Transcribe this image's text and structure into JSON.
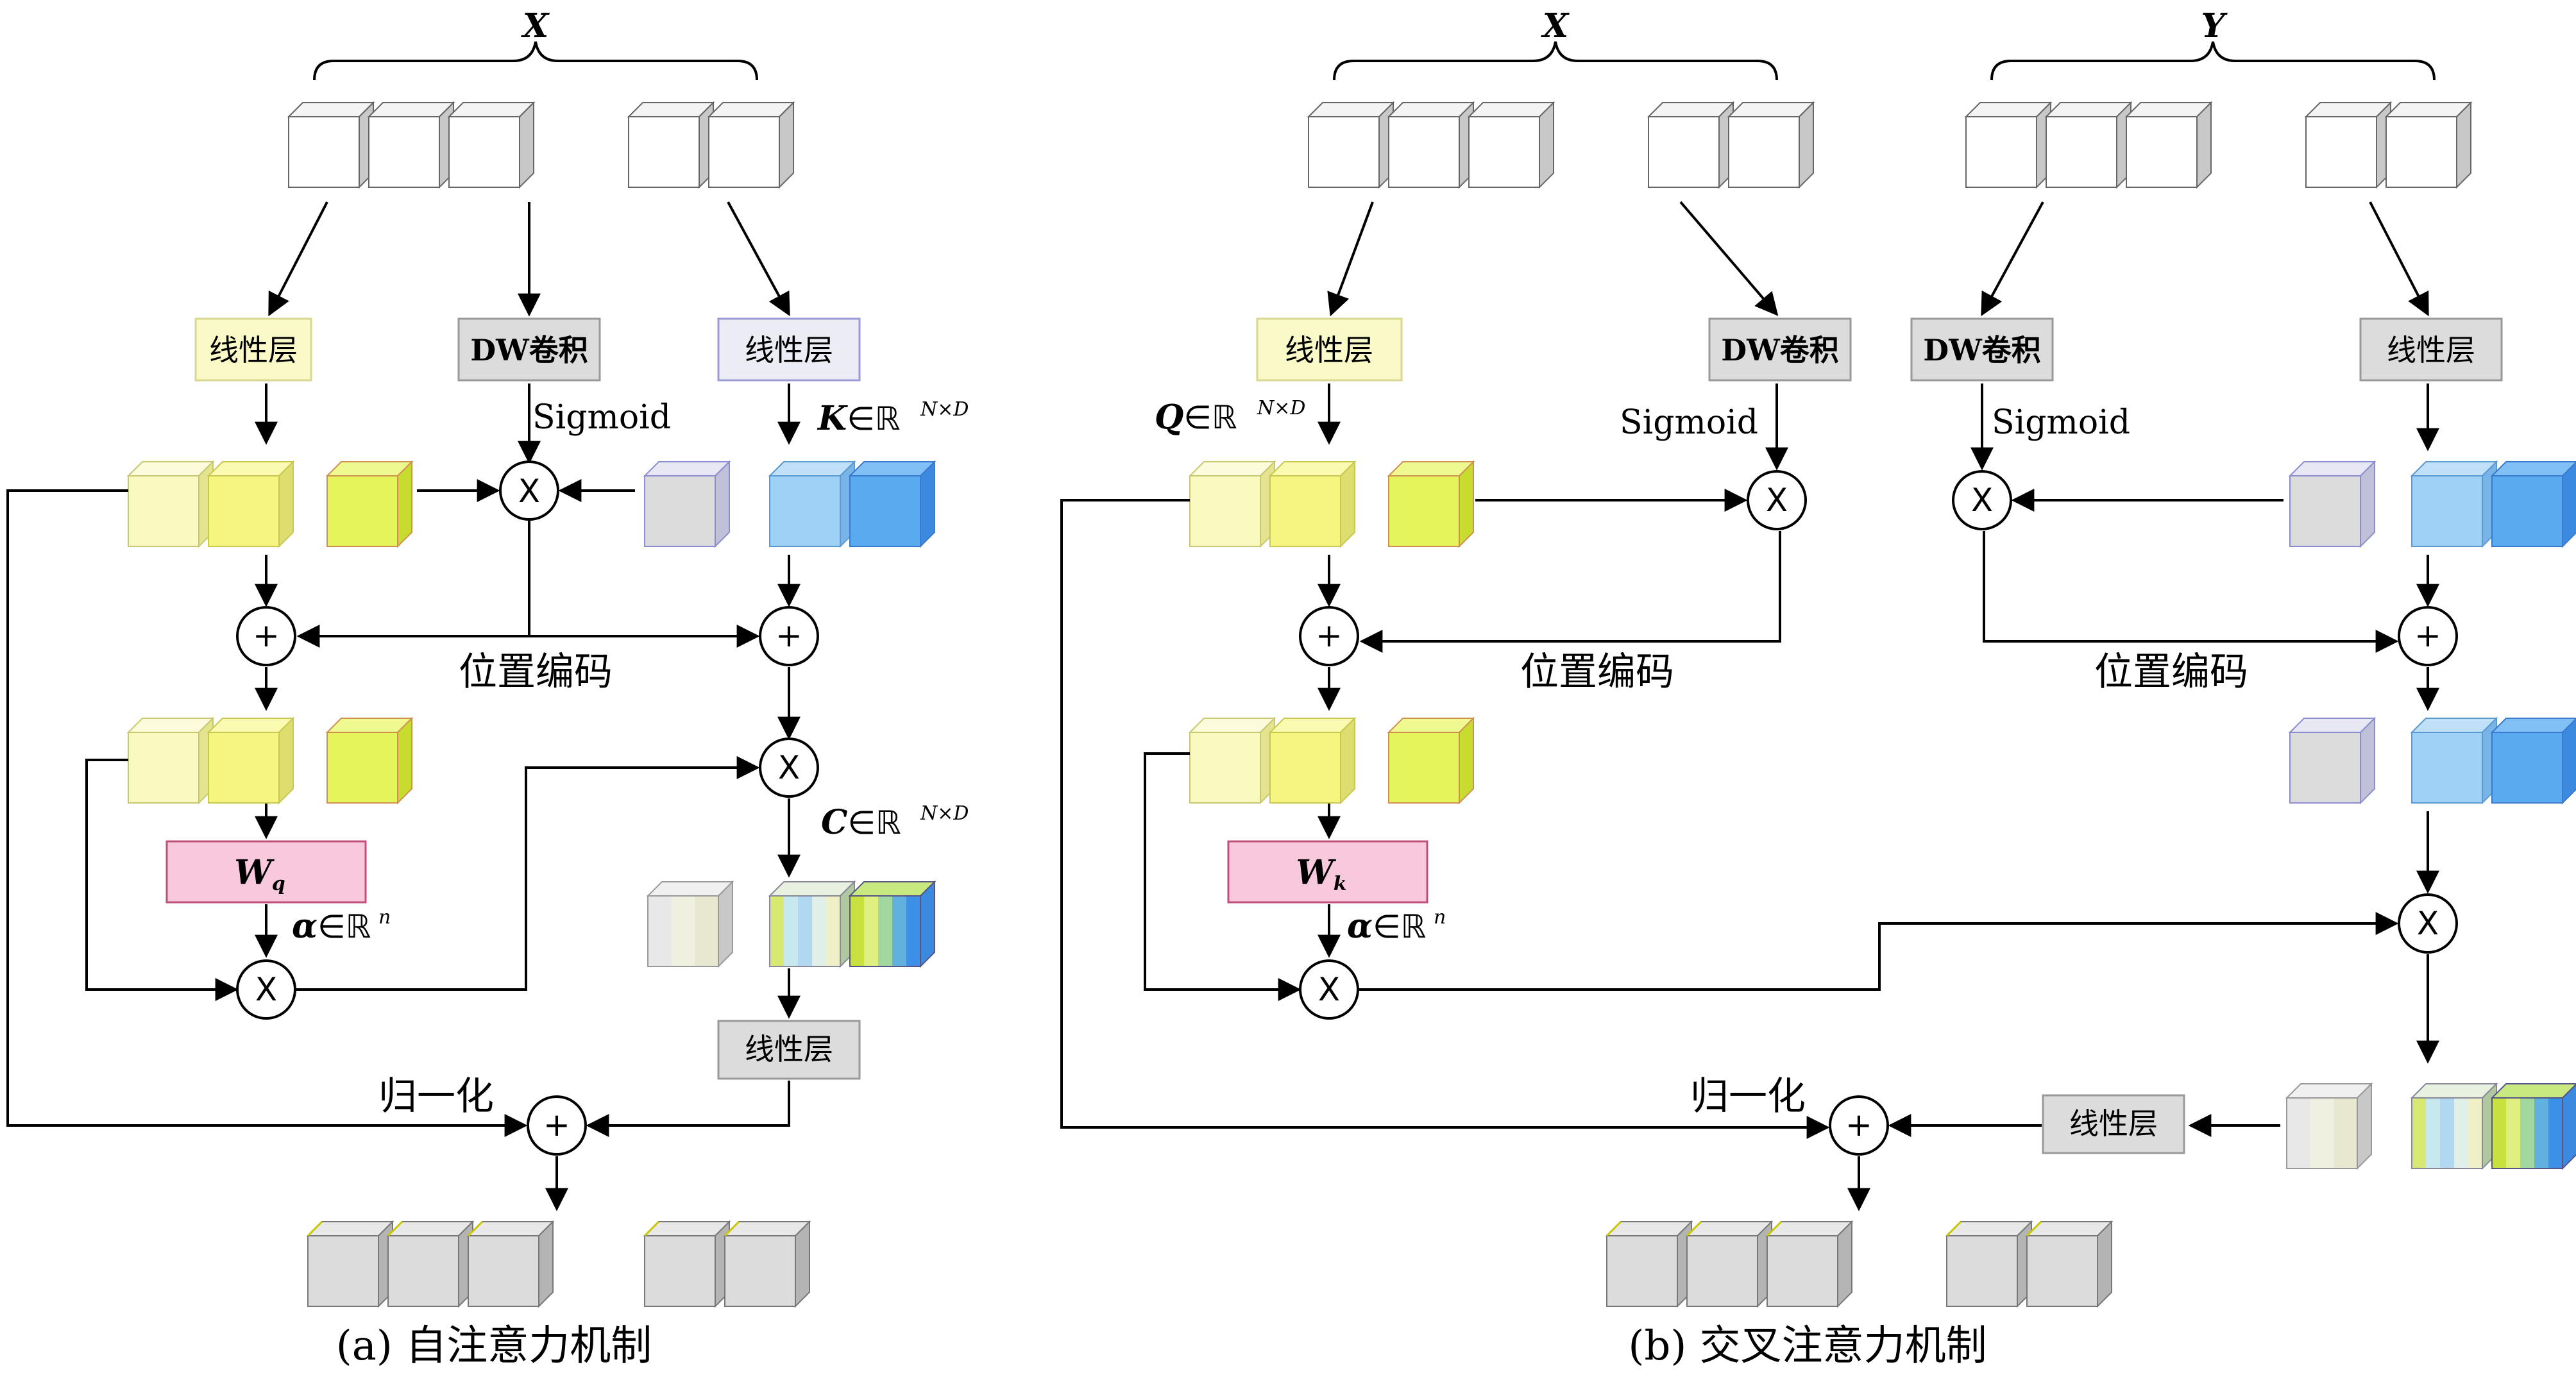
{
  "colors": {
    "white_cube": "#ffffff",
    "gray_cube": "#dcdcdc",
    "yellow_light": "#fafac0",
    "yellow_mid": "#f5f580",
    "yellow_strong": "#e3f55a",
    "lilac": "#d8d8e6",
    "blue_light": "#9fd0f5",
    "blue_mid": "#5aaaf0",
    "box_yellow": "#fafac8",
    "box_gray": "#dcdcdc",
    "box_pink": "#f8c8dc",
    "line": "#000000"
  },
  "panel_a": {
    "input_label": "X",
    "linear1": "线性层",
    "dwconv": "DW卷积",
    "linear2": "线性层",
    "sigmoid": "Sigmoid",
    "k_label": "K",
    "k_dims": "N×D",
    "add": "+",
    "mul": "X",
    "pos_enc": "位置编码",
    "c_label": "C",
    "c_dims": "N×D",
    "w_label": "W",
    "w_sub": "q",
    "alpha_label": "α",
    "alpha_dims": "n",
    "linear3": "线性层",
    "norm": "归一化",
    "caption": "(a) 自注意力机制"
  },
  "panel_b": {
    "input_x": "X",
    "input_y": "Y",
    "linear1": "线性层",
    "dwconv1": "DW卷积",
    "dwconv2": "DW卷积",
    "linear2": "线性层",
    "sigmoid1": "Sigmoid",
    "sigmoid2": "Sigmoid",
    "q_label": "Q",
    "q_dims": "N×D",
    "add": "+",
    "mul": "X",
    "pos_enc1": "位置编码",
    "pos_enc2": "位置编码",
    "w_label": "W",
    "w_sub": "k",
    "alpha_label": "α",
    "alpha_dims": "n",
    "linear3": "线性层",
    "norm": "归一化",
    "caption": "(b) 交叉注意力机制"
  }
}
